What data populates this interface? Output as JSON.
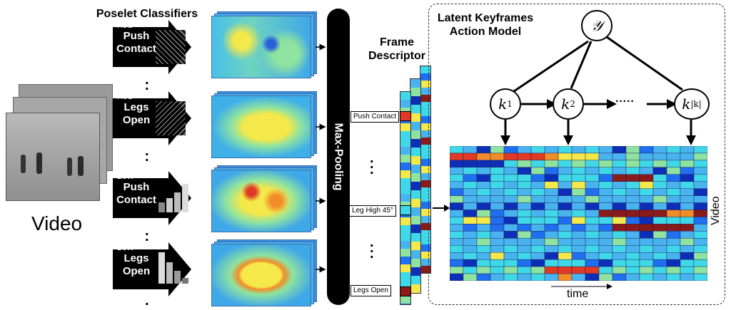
{
  "titles": {
    "poselet": "Poselet Classifiers",
    "frame_descriptor": [
      "Frame",
      "Descriptor"
    ],
    "latent": [
      "Latent Keyframes",
      "Action Model"
    ]
  },
  "video_label": "Video",
  "classifiers": [
    {
      "tag": "HoG",
      "line1": "Push",
      "line2": "Contact"
    },
    {
      "tag": "HoG",
      "line1": "Legs",
      "line2": "Open"
    },
    {
      "tag": "BoW",
      "line1": "Push",
      "line2": "Contact"
    },
    {
      "tag": "BoW",
      "line1": "Legs",
      "line2": "Open"
    }
  ],
  "max_pooling": "Max-Pooling",
  "descriptor_labels": [
    "Push Contact",
    "Leg High 45°",
    "Legs Open"
  ],
  "nodes": {
    "y": "𝒴",
    "k1": "k",
    "k1_sub": "1",
    "k2": "k",
    "k2_sub": "2",
    "kk": "k",
    "kk_sub": "|k|",
    "ellipsis": "·····"
  },
  "axis": {
    "time": "time",
    "video": "Video"
  },
  "colors": {
    "dark_red": "#8b1a1a",
    "red": "#e03a25",
    "orange": "#f28c28",
    "yellow": "#f5e84a",
    "cyan": "#3fd8e8",
    "light_blue": "#49b3f0",
    "blue": "#1f6ff0",
    "dark_blue": "#0d2fb8",
    "navy": "#0a1e8c",
    "green": "#8fe3a0"
  }
}
